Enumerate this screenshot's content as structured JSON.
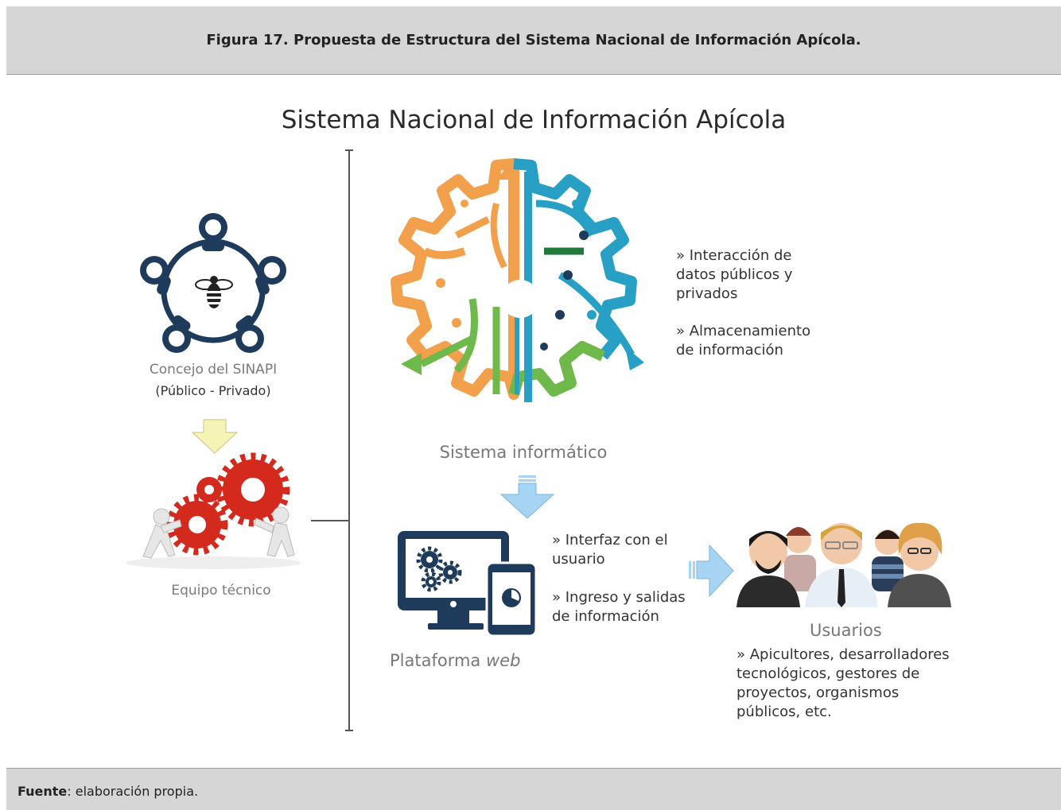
{
  "caption": "Figura 17. Propuesta de Estructura del Sistema Nacional de Información Apícola.",
  "footer": {
    "label": "Fuente",
    "text": ": elaboración propia."
  },
  "diagram": {
    "title": "Sistema Nacional de Información Apícola",
    "council": {
      "label": "Concejo del SINAPI",
      "sublabel": "(Público - Privado)"
    },
    "team": {
      "label": "Equipo técnico"
    },
    "system": {
      "label": "Sistema informático",
      "notes": [
        "» Interacción de",
        "datos públicos y",
        "privados",
        "» Almacenamiento",
        "de información"
      ]
    },
    "platform": {
      "label": "Plataforma ",
      "label_em": "web",
      "notes": [
        "» Interfaz con el",
        "usuario",
        "» Ingreso y salidas",
        "de información"
      ]
    },
    "users": {
      "label": "Usuarios",
      "notes": [
        "» Apicultores, desarrolladores",
        "tecnológicos, gestores de",
        "proyectos, organismos",
        "públicos, etc."
      ]
    }
  },
  "colors": {
    "navy": "#1f3b5c",
    "orange": "#f2a04b",
    "green": "#6fb84a",
    "blue": "#28a0c6",
    "red": "#d42a1e",
    "arrow_yellow": "#f6f3b6",
    "arrow_blue": "#a6d4f2"
  },
  "icons": [
    "people-circle-icon",
    "bee-icon",
    "down-arrow-icon",
    "gears-team-icon",
    "brain-gear-icon",
    "monitor-gears-icon",
    "right-arrow-icon",
    "users-group-icon"
  ]
}
